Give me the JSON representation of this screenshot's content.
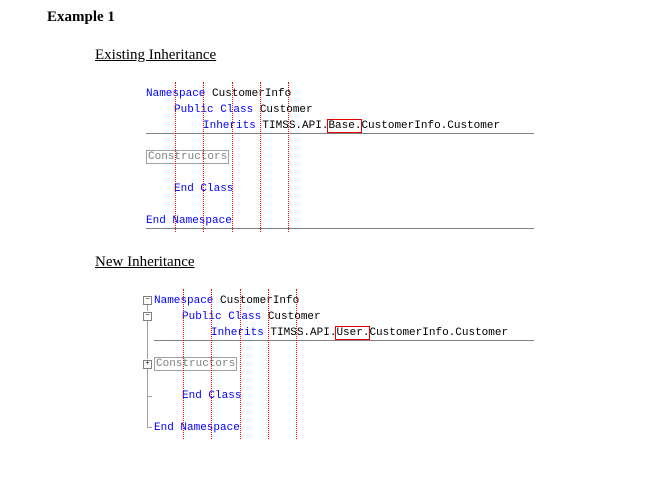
{
  "title": "Example 1",
  "existing": {
    "heading": "Existing Inheritance",
    "lines": {
      "l1_kw": "Namespace",
      "l1_tx": " CustomerInfo",
      "l2_kw": "Public Class",
      "l2_tx": " Customer",
      "l3_kw": "Inherits",
      "l3_a": " TIMSS.API.",
      "l3_hl": "Base.",
      "l3_b": "CustomerInfo.Customer",
      "l4_collapsed": "Constructors",
      "l5_kw": "End Class",
      "l6_kw": "End Namespace"
    }
  },
  "new": {
    "heading": "New Inheritance",
    "lines": {
      "l1_kw": "Namespace",
      "l1_tx": " CustomerInfo",
      "l2_kw": "Public Class",
      "l2_tx": " Customer",
      "l3_kw": "Inherits",
      "l3_a": " TIMSS.API.",
      "l3_hl": "User.",
      "l3_b": "CustomerInfo.Customer",
      "l4_collapsed": "Constructors",
      "l5_kw": "End Class",
      "l6_kw": "End Namespace"
    }
  },
  "colors": {
    "keyword": "#0000ff",
    "highlight": "#e00000",
    "guide": "#ff0000"
  },
  "icons": {
    "collapse": "minus-box-icon",
    "expand": "plus-box-icon"
  }
}
